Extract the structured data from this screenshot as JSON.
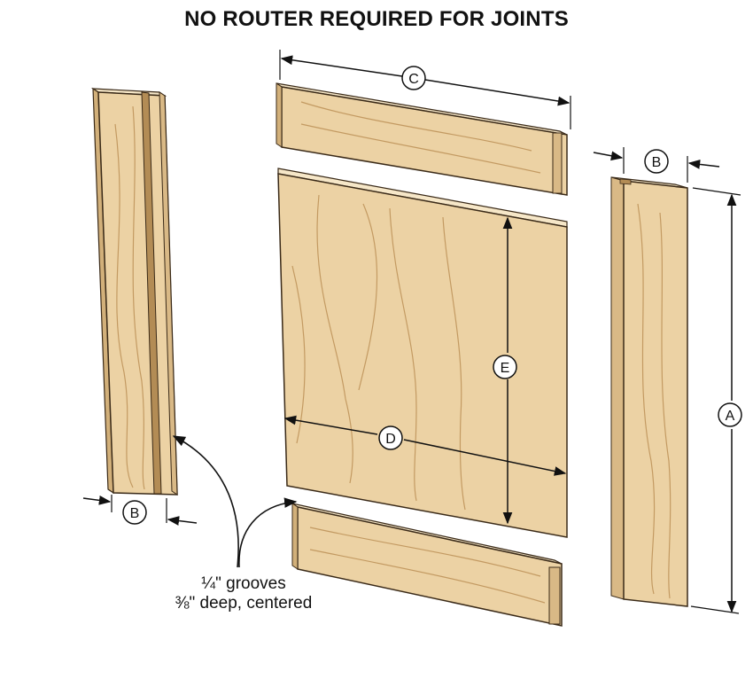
{
  "title": "NO ROUTER REQUIRED FOR JOINTS",
  "labels": {
    "A": "A",
    "B_top": "B",
    "B_bottom": "B",
    "C": "C",
    "D": "D",
    "E": "E"
  },
  "note": {
    "line1": "¼\" grooves",
    "line2": "⅜\" deep, centered"
  },
  "colors": {
    "wood_face": "#ecd2a4",
    "wood_side": "#d2b07a",
    "wood_top": "#f6e7c8",
    "grain": "#c39a62",
    "outline": "#3a2a18"
  }
}
